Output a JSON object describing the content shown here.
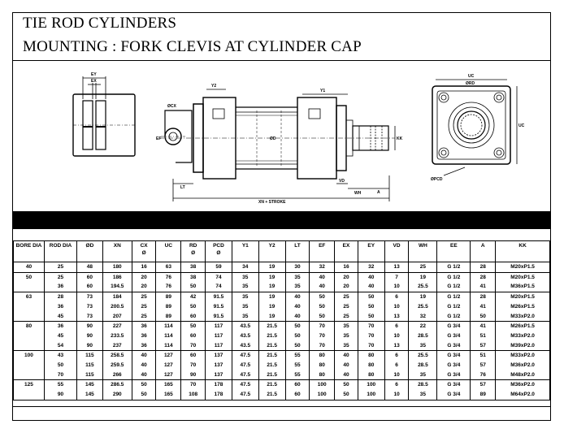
{
  "header": {
    "title_line1": "TIE ROD CYLINDERS",
    "title_line2": "MOUNTING : FORK CLEVIS AT CYLINDER CAP"
  },
  "drawing": {
    "labels": {
      "ey": "EY",
      "ex": "EX",
      "bcx": "ØCX",
      "ef": "EF",
      "y2": "Y2",
      "y1": "Y1",
      "bd": "ØD",
      "kk": "KK",
      "vd": "VD",
      "wh": "WH",
      "a": "A",
      "lt": "LT",
      "xn_stroke": "XN + STROKE",
      "uc": "UC",
      "brd": "ØRD",
      "bpcd": "ØPCD"
    }
  },
  "table": {
    "headers": [
      "BORE DIA",
      "ROD DIA",
      "ØD",
      "XN",
      "CX\nØ",
      "UC",
      "RD\nØ",
      "PCD\nØ",
      "Y1",
      "Y2",
      "LT",
      "EF",
      "EX",
      "EY",
      "VD",
      "WH",
      "EE",
      "A",
      "KK"
    ],
    "rows": [
      [
        "40",
        "25",
        "48",
        "180",
        "16",
        "63",
        "38",
        "59",
        "34",
        "19",
        "30",
        "32",
        "16",
        "32",
        "13",
        "25",
        "G 1/2",
        "28",
        "M20xP1.5"
      ],
      [
        "50",
        "25",
        "60",
        "186",
        "20",
        "76",
        "38",
        "74",
        "35",
        "19",
        "35",
        "40",
        "20",
        "40",
        "7",
        "19",
        "G 1/2",
        "28",
        "M20xP1.5"
      ],
      [
        "",
        "36",
        "60",
        "194.5",
        "20",
        "76",
        "50",
        "74",
        "35",
        "19",
        "35",
        "40",
        "20",
        "40",
        "10",
        "25.5",
        "G 1/2",
        "41",
        "M36xP1.5"
      ],
      [
        "63",
        "28",
        "73",
        "184",
        "25",
        "89",
        "42",
        "91.5",
        "35",
        "19",
        "40",
        "50",
        "25",
        "50",
        "6",
        "19",
        "G 1/2",
        "28",
        "M20xP1.5"
      ],
      [
        "",
        "36",
        "73",
        "200.5",
        "25",
        "89",
        "50",
        "91.5",
        "35",
        "19",
        "40",
        "50",
        "25",
        "50",
        "10",
        "25.5",
        "G 1/2",
        "41",
        "M26xP1.5"
      ],
      [
        "",
        "45",
        "73",
        "207",
        "25",
        "89",
        "60",
        "91.5",
        "35",
        "19",
        "40",
        "50",
        "25",
        "50",
        "13",
        "32",
        "G 1/2",
        "50",
        "M33xP2.0"
      ],
      [
        "80",
        "36",
        "90",
        "227",
        "36",
        "114",
        "50",
        "117",
        "43.5",
        "21.5",
        "50",
        "70",
        "35",
        "70",
        "6",
        "22",
        "G 3/4",
        "41",
        "M26xP1.5"
      ],
      [
        "",
        "45",
        "90",
        "233.5",
        "36",
        "114",
        "60",
        "117",
        "43.5",
        "21.5",
        "50",
        "70",
        "35",
        "70",
        "10",
        "28.5",
        "G 3/4",
        "51",
        "M33xP2.0"
      ],
      [
        "",
        "54",
        "90",
        "237",
        "36",
        "114",
        "70",
        "117",
        "43.5",
        "21.5",
        "50",
        "70",
        "35",
        "70",
        "13",
        "35",
        "G 3/4",
        "57",
        "M39xP2.0"
      ],
      [
        "100",
        "43",
        "115",
        "258.5",
        "40",
        "127",
        "60",
        "137",
        "47.5",
        "21.5",
        "55",
        "80",
        "40",
        "80",
        "6",
        "25.5",
        "G 3/4",
        "51",
        "M33xP2.0"
      ],
      [
        "",
        "50",
        "115",
        "259.5",
        "40",
        "127",
        "70",
        "137",
        "47.5",
        "21.5",
        "55",
        "80",
        "40",
        "80",
        "6",
        "28.5",
        "G 3/4",
        "57",
        "M36xP2.0"
      ],
      [
        "",
        "70",
        "115",
        "266",
        "40",
        "127",
        "90",
        "137",
        "47.5",
        "21.5",
        "55",
        "80",
        "40",
        "80",
        "10",
        "35",
        "G 3/4",
        "76",
        "M48xP2.0"
      ],
      [
        "125",
        "55",
        "145",
        "286.5",
        "50",
        "165",
        "70",
        "178",
        "47.5",
        "21.5",
        "60",
        "100",
        "50",
        "100",
        "6",
        "28.5",
        "G 3/4",
        "57",
        "M36xP2.0"
      ],
      [
        "",
        "90",
        "145",
        "290",
        "50",
        "165",
        "108",
        "178",
        "47.5",
        "21.5",
        "60",
        "100",
        "50",
        "100",
        "10",
        "35",
        "G 3/4",
        "89",
        "M64xP2.0"
      ]
    ]
  }
}
